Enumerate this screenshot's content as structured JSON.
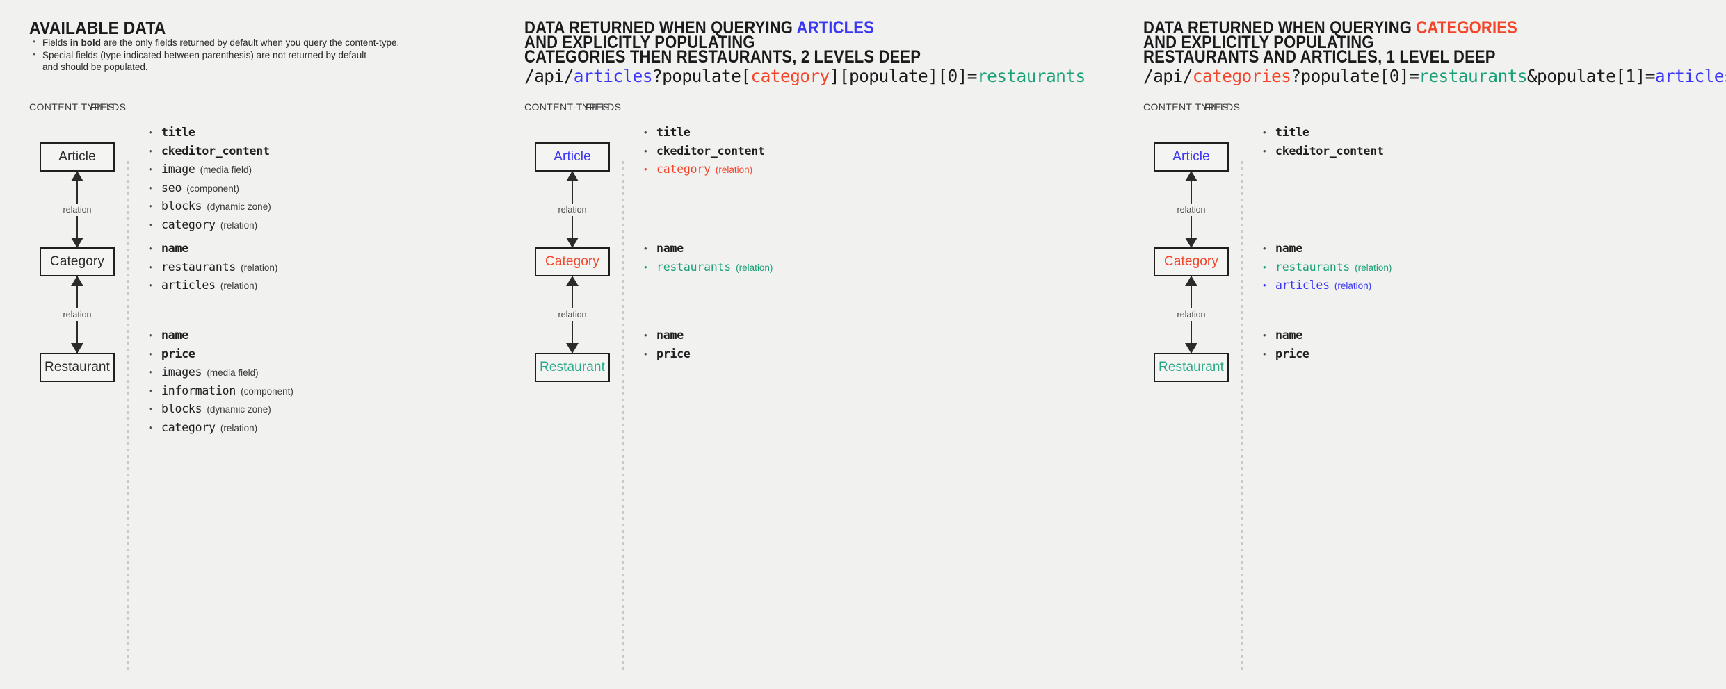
{
  "panels": [
    {
      "id": "available-data",
      "title_parts": [
        {
          "text": "AVAILABLE DATA",
          "color": "default"
        }
      ],
      "notes": [
        "Fields in bold are the only fields returned by default when you query the content-type.",
        "Special fields (type indicated between parenthesis) are not returned by default",
        "and should be populated."
      ],
      "col_headers": {
        "content_types": "CONTENT-TYPES",
        "fields": "FIELDS"
      },
      "nodes": [
        {
          "label": "Article",
          "color": "default"
        },
        {
          "label": "Category",
          "color": "default"
        },
        {
          "label": "Restaurant",
          "color": "default"
        }
      ],
      "relations": [
        {
          "label": "relation"
        },
        {
          "label": "relation"
        }
      ],
      "field_groups": [
        {
          "owner": "Article",
          "fields": [
            {
              "name": "title",
              "type": "",
              "bold": true,
              "color": "default"
            },
            {
              "name": "ckeditor_content",
              "type": "",
              "bold": true,
              "color": "default"
            },
            {
              "name": "image",
              "type": "(media field)",
              "bold": false,
              "color": "default"
            },
            {
              "name": "seo",
              "type": "(component)",
              "bold": false,
              "color": "default"
            },
            {
              "name": "blocks",
              "type": "(dynamic zone)",
              "bold": false,
              "color": "default"
            },
            {
              "name": "category",
              "type": "(relation)",
              "bold": false,
              "color": "default"
            }
          ]
        },
        {
          "owner": "Category",
          "fields": [
            {
              "name": "name",
              "type": "",
              "bold": true,
              "color": "default"
            },
            {
              "name": "restaurants",
              "type": "(relation)",
              "bold": false,
              "color": "default"
            },
            {
              "name": "articles",
              "type": "(relation)",
              "bold": false,
              "color": "default"
            }
          ]
        },
        {
          "owner": "Restaurant",
          "fields": [
            {
              "name": "name",
              "type": "",
              "bold": true,
              "color": "default"
            },
            {
              "name": "price",
              "type": "",
              "bold": true,
              "color": "default"
            },
            {
              "name": "images",
              "type": "(media field)",
              "bold": false,
              "color": "default"
            },
            {
              "name": "information",
              "type": "(component)",
              "bold": false,
              "color": "default"
            },
            {
              "name": "blocks",
              "type": "(dynamic zone)",
              "bold": false,
              "color": "default"
            },
            {
              "name": "category",
              "type": "(relation)",
              "bold": false,
              "color": "default"
            }
          ]
        }
      ]
    },
    {
      "id": "query-articles",
      "title_lines": [
        [
          {
            "text": "DATA RETURNED WHEN QUERYING ",
            "color": "default"
          },
          {
            "text": "ARTICLES",
            "color": "blue"
          }
        ],
        [
          {
            "text": "AND EXPLICITLY POPULATING",
            "color": "default"
          }
        ],
        [
          {
            "text": "CATEGORIES THEN RESTAURANTS, 2 LEVELS DEEP",
            "color": "default"
          }
        ]
      ],
      "endpoint": [
        {
          "text": "/api/",
          "color": "default"
        },
        {
          "text": "articles",
          "color": "blue"
        },
        {
          "text": "?populate[",
          "color": "default"
        },
        {
          "text": "category",
          "color": "red"
        },
        {
          "text": "][populate][0]=",
          "color": "default"
        },
        {
          "text": "restaurants",
          "color": "green"
        }
      ],
      "col_headers": {
        "content_types": "CONTENT-TYPES",
        "fields": "FIELDS"
      },
      "nodes": [
        {
          "label": "Article",
          "color": "blue"
        },
        {
          "label": "Category",
          "color": "red"
        },
        {
          "label": "Restaurant",
          "color": "green"
        }
      ],
      "relations": [
        {
          "label": "relation"
        },
        {
          "label": "relation"
        }
      ],
      "field_groups": [
        {
          "owner": "Article",
          "fields": [
            {
              "name": "title",
              "type": "",
              "bold": true,
              "color": "default"
            },
            {
              "name": "ckeditor_content",
              "type": "",
              "bold": true,
              "color": "default"
            },
            {
              "name": "category",
              "type": "(relation)",
              "bold": false,
              "color": "red"
            }
          ]
        },
        {
          "owner": "Category",
          "fields": [
            {
              "name": "name",
              "type": "",
              "bold": true,
              "color": "default"
            },
            {
              "name": "restaurants",
              "type": "(relation)",
              "bold": false,
              "color": "green"
            }
          ]
        },
        {
          "owner": "Restaurant",
          "fields": [
            {
              "name": "name",
              "type": "",
              "bold": true,
              "color": "default"
            },
            {
              "name": "price",
              "type": "",
              "bold": true,
              "color": "default"
            }
          ]
        }
      ]
    },
    {
      "id": "query-categories",
      "title_lines": [
        [
          {
            "text": "DATA RETURNED WHEN QUERYING ",
            "color": "default"
          },
          {
            "text": "CATEGORIES",
            "color": "red"
          }
        ],
        [
          {
            "text": "AND EXPLICITLY POPULATING",
            "color": "default"
          }
        ],
        [
          {
            "text": "RESTAURANTS AND ARTICLES, 1 LEVEL DEEP",
            "color": "default"
          }
        ]
      ],
      "endpoint": [
        {
          "text": "/api/",
          "color": "default"
        },
        {
          "text": "categories",
          "color": "red"
        },
        {
          "text": "?populate[0]=",
          "color": "default"
        },
        {
          "text": "restaurants",
          "color": "green"
        },
        {
          "text": "&populate[1]=",
          "color": "default"
        },
        {
          "text": "articles",
          "color": "blue"
        }
      ],
      "col_headers": {
        "content_types": "CONTENT-TYPES",
        "fields": "FIELDS"
      },
      "nodes": [
        {
          "label": "Article",
          "color": "blue"
        },
        {
          "label": "Category",
          "color": "red"
        },
        {
          "label": "Restaurant",
          "color": "green"
        }
      ],
      "relations": [
        {
          "label": "relation"
        },
        {
          "label": "relation"
        }
      ],
      "field_groups": [
        {
          "owner": "Article",
          "fields": [
            {
              "name": "title",
              "type": "",
              "bold": true,
              "color": "default"
            },
            {
              "name": "ckeditor_content",
              "type": "",
              "bold": true,
              "color": "default"
            }
          ]
        },
        {
          "owner": "Category",
          "fields": [
            {
              "name": "name",
              "type": "",
              "bold": true,
              "color": "default"
            },
            {
              "name": "restaurants",
              "type": "(relation)",
              "bold": false,
              "color": "green"
            },
            {
              "name": "articles",
              "type": "(relation)",
              "bold": false,
              "color": "blue"
            }
          ]
        },
        {
          "owner": "Restaurant",
          "fields": [
            {
              "name": "name",
              "type": "",
              "bold": true,
              "color": "default"
            },
            {
              "name": "price",
              "type": "",
              "bold": true,
              "color": "default"
            }
          ]
        }
      ]
    }
  ],
  "colors": {
    "background": "#f1f1f0",
    "blue": "#3b37f5",
    "red": "#f4452b",
    "green": "#1aa179",
    "node_green": "#2aa98a",
    "ink": "#1b1b1b"
  }
}
